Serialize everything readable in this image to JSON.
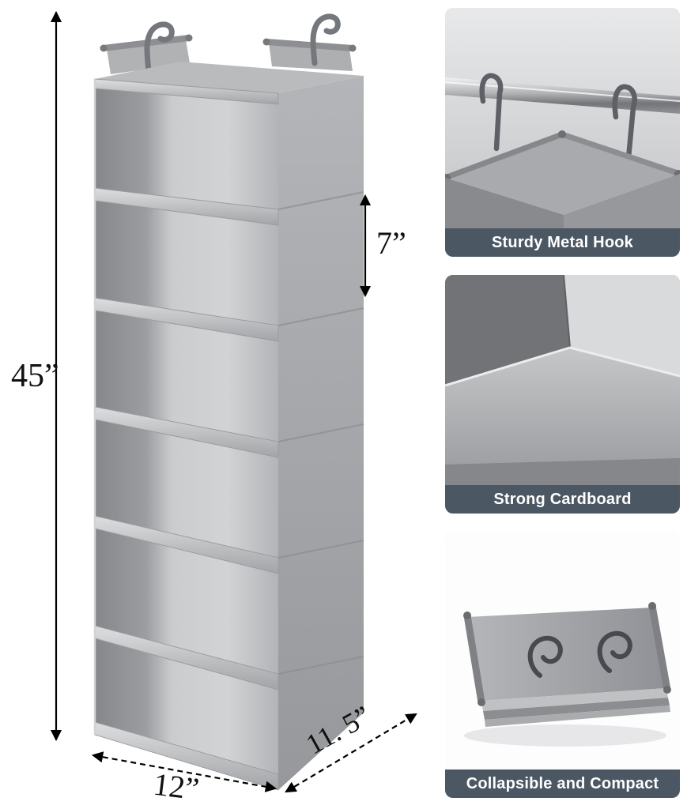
{
  "product": {
    "shelf_count": 6,
    "dimensions": {
      "height": "45”",
      "compartment_height": "7”",
      "width": "12”",
      "depth": "11. 5”"
    }
  },
  "insets": [
    {
      "caption": "Sturdy Metal Hook"
    },
    {
      "caption": "Strong Cardboard"
    },
    {
      "caption": "Collapsible and Compact"
    }
  ],
  "colors": {
    "caption_bar": "#4b5763",
    "caption_text": "#ffffff",
    "dimension_text": "#111111",
    "fabric_gray": "#9b9da0",
    "hook_metal": "#74777b"
  }
}
